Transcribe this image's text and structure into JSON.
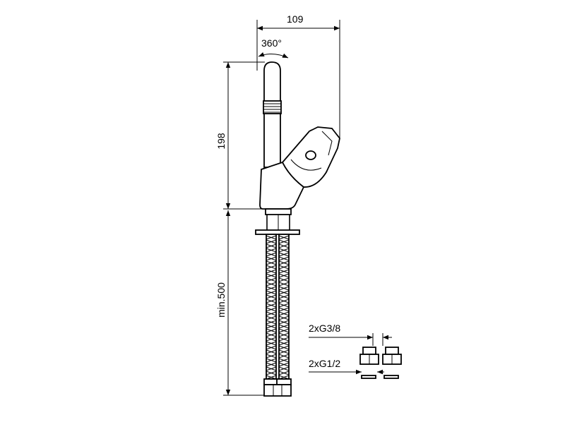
{
  "dimensions": {
    "width": "109",
    "rotation": "360°",
    "height": "198",
    "hose_length": "min.500",
    "thread_small": "2xG3/8",
    "thread_large": "2xG1/2"
  }
}
